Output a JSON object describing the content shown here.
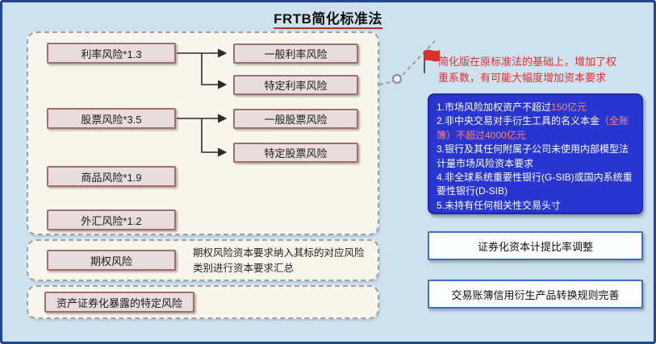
{
  "title": "FRTB简化标准法",
  "left_panel": {
    "risk_items": [
      {
        "label": "利率风险*1.3",
        "children": [
          "一般利率风险",
          "特定利率风险"
        ]
      },
      {
        "label": "股票风险*3.5",
        "children": [
          "一般股票风险",
          "特定股票风险"
        ]
      },
      {
        "label": "商品风险*1.9",
        "children": []
      },
      {
        "label": "外汇风险*1.2",
        "children": []
      }
    ],
    "option_risk_label": "期权风险",
    "option_risk_note": "期权风险资本要求纳入其标的对应风险类别进行资本要求汇总",
    "securitization_label": "资产证券化暴露的特定风险"
  },
  "right_panel": {
    "flag_note": "简化版在原标准法的基础上，增加了权重系数，有可能大幅度增加资本要求",
    "conditions": [
      [
        {
          "text": "1.市场风险加权资产不超过",
          "highlight": false
        },
        {
          "text": "150亿元",
          "highlight": true
        }
      ],
      [
        {
          "text": "2.非中央交易对手衍生工具的名义本金",
          "highlight": false
        },
        {
          "text": "（全账簿）不超过4000亿元",
          "highlight": true
        }
      ],
      [
        {
          "text": "3.银行及其任何附属子公司未使用内部模型法计量市场风险资本要求",
          "highlight": false
        }
      ],
      [
        {
          "text": "4.非全球系统重要性银行(G-SIB)或国内系统重要性银行(D-SIB)",
          "highlight": false
        }
      ],
      [
        {
          "text": "5.未持有任何相关性交易头寸",
          "highlight": false
        }
      ]
    ],
    "adjustment_boxes": [
      "证券化资本计提比率调整",
      "交易账簿信用衍生产品转换规则完善"
    ]
  },
  "icons": {
    "flag": "flag-icon",
    "leader_circle": "circle-marker-icon",
    "arrows": "arrow-connectors"
  },
  "colors": {
    "page_bg": "#cde1ef",
    "page_border": "#24468e",
    "panel_bg": "#f8f6ec",
    "panel_dashed_border": "#9aa0a6",
    "risk_box_fill": "#e8dcdc",
    "risk_box_border": "#9e6f72",
    "conditions_bg": "#2836cf",
    "conditions_text": "#ffffff",
    "conditions_highlight": "#ff8276",
    "flag_red": "#d9302c",
    "note_red": "#e03030",
    "outline_box_border": "#3f6ec0",
    "title_underline": "#cc2222"
  }
}
